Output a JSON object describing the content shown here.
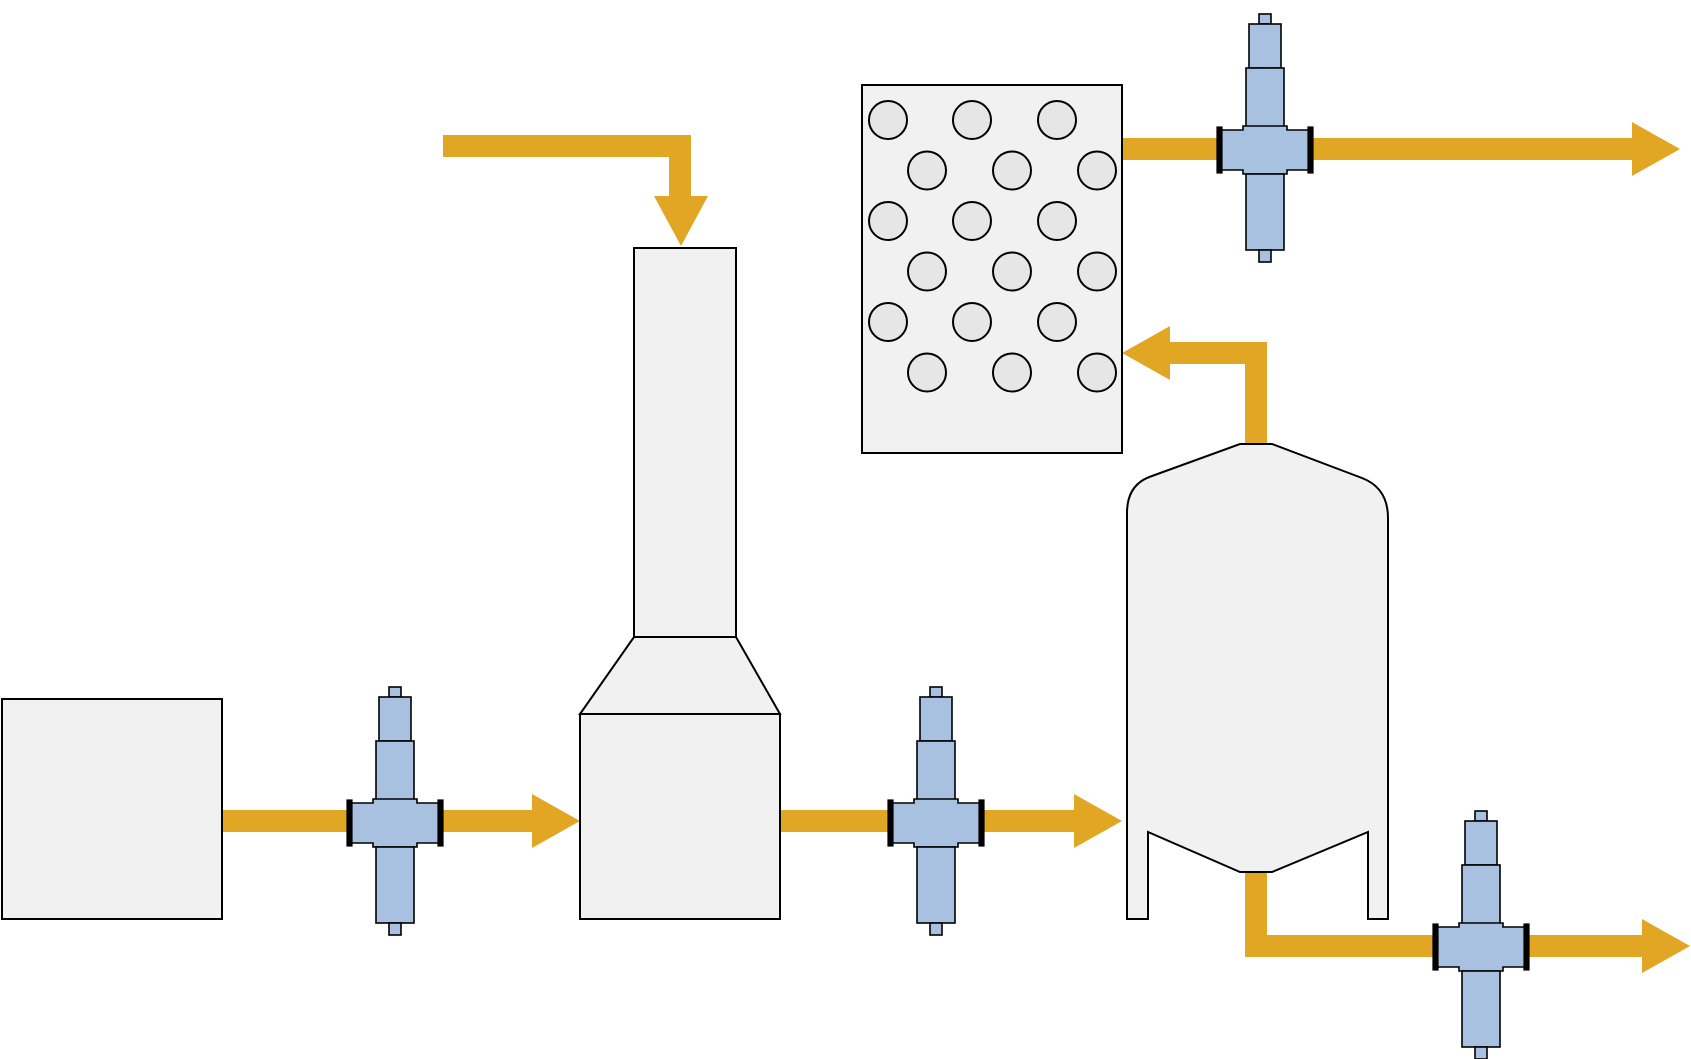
{
  "diagram": {
    "kind": "process-flow",
    "colors": {
      "background": "#ffffff",
      "flow_line": "#e2a625",
      "equipment_fill": "#f1f1f1",
      "packing_ball_fill": "#e6e6e6",
      "valve_fill": "#a9c1e1",
      "outline": "#000000"
    },
    "equipment": [
      {
        "id": "feed-tank",
        "shape": "box"
      },
      {
        "id": "stack-column",
        "shape": "column-with-hopper-base"
      },
      {
        "id": "packed-bed-reactor",
        "shape": "box-with-packing",
        "packing_elements": 18
      },
      {
        "id": "storage-vessel",
        "shape": "domed-vessel-on-legs"
      }
    ],
    "valves": [
      {
        "id": "valve-1",
        "icon": "valve-icon"
      },
      {
        "id": "valve-2",
        "icon": "valve-icon"
      },
      {
        "id": "valve-3",
        "icon": "valve-icon"
      },
      {
        "id": "valve-4",
        "icon": "valve-icon"
      }
    ],
    "flows": [
      {
        "id": "flow-inlet-top",
        "from": "external",
        "to": "stack-column"
      },
      {
        "id": "flow-feed-to-column",
        "from": "feed-tank",
        "to": "stack-column",
        "via": "valve-1"
      },
      {
        "id": "flow-column-to-vessel",
        "from": "stack-column",
        "to": "storage-vessel",
        "via": "valve-2"
      },
      {
        "id": "flow-vessel-to-packed-bed",
        "from": "storage-vessel",
        "to": "packed-bed-reactor"
      },
      {
        "id": "flow-packed-bed-out",
        "from": "packed-bed-reactor",
        "to": "external",
        "via": "valve-3"
      },
      {
        "id": "flow-vessel-bottom-out",
        "from": "storage-vessel",
        "to": "external",
        "via": "valve-4"
      }
    ]
  }
}
